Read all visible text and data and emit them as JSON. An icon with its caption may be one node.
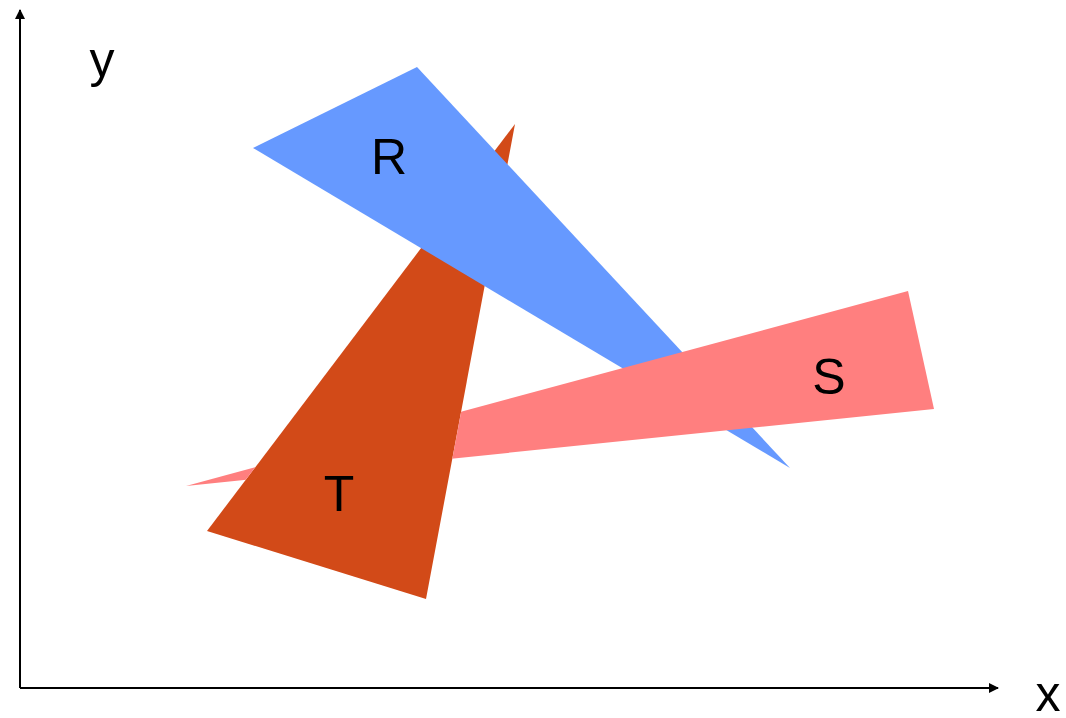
{
  "diagram": {
    "nodes": [
      {
        "text": [
          "R"
        ]
      },
      {
        "text": [
          "S"
        ]
      },
      {
        "text": [
          "T"
        ]
      }
    ],
    "labels": [
      "y",
      "x"
    ]
  }
}
